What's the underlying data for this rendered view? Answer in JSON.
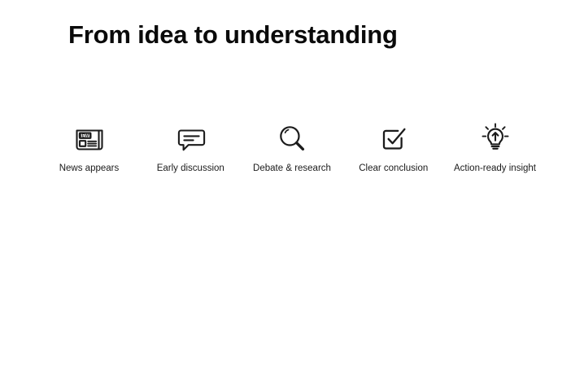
{
  "page": {
    "title": "From idea to understanding",
    "background_color": "#ffffff",
    "ink_color": "#1b1b1b",
    "title_color": "#0a0a0a"
  },
  "timeline": {
    "connector_count": 4,
    "steps": [
      {
        "icon": "newspaper-icon",
        "icon_text": "NEWS",
        "label": "News appears"
      },
      {
        "icon": "speech-bubble-icon",
        "label": "Early discussion"
      },
      {
        "icon": "magnifier-icon",
        "label": "Debate & research"
      },
      {
        "icon": "checkbox-check-icon",
        "label": "Clear conclusion"
      },
      {
        "icon": "lightbulb-idea-icon",
        "label": "Action-ready insight"
      }
    ]
  }
}
